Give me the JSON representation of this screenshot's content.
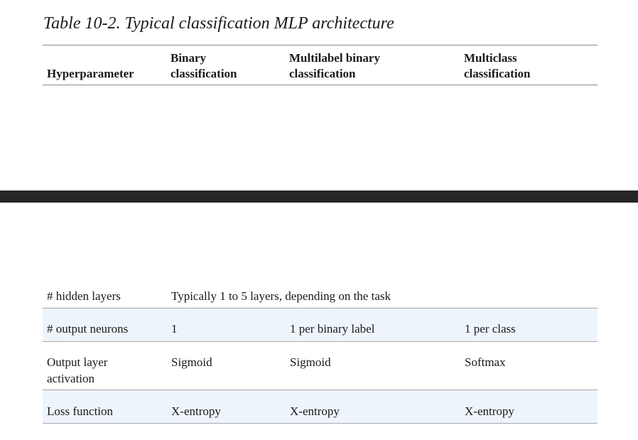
{
  "caption": "Table 10-2. Typical classification MLP architecture",
  "headers": {
    "hyperparameter": "Hyperparameter",
    "binary_line1": "Binary",
    "binary_line2": "classification",
    "multilabel_line1": "Multilabel binary",
    "multilabel_line2": "classification",
    "multiclass_line1": "Multiclass",
    "multiclass_line2": "classification"
  },
  "rows": [
    {
      "hyperparameter": "# hidden layers",
      "binary": "Typically 1 to 5 layers, depending on the task",
      "multilabel": "",
      "multiclass": ""
    },
    {
      "hyperparameter": "# output neurons",
      "binary": "1",
      "multilabel": "1 per binary label",
      "multiclass": "1 per class"
    },
    {
      "hyperparameter_line1": "Output layer",
      "hyperparameter_line2": "activation",
      "binary": "Sigmoid",
      "multilabel": "Sigmoid",
      "multiclass": "Softmax"
    },
    {
      "hyperparameter": "Loss function",
      "binary": "X-entropy",
      "multilabel": "X-entropy",
      "multiclass": "X-entropy"
    }
  ]
}
